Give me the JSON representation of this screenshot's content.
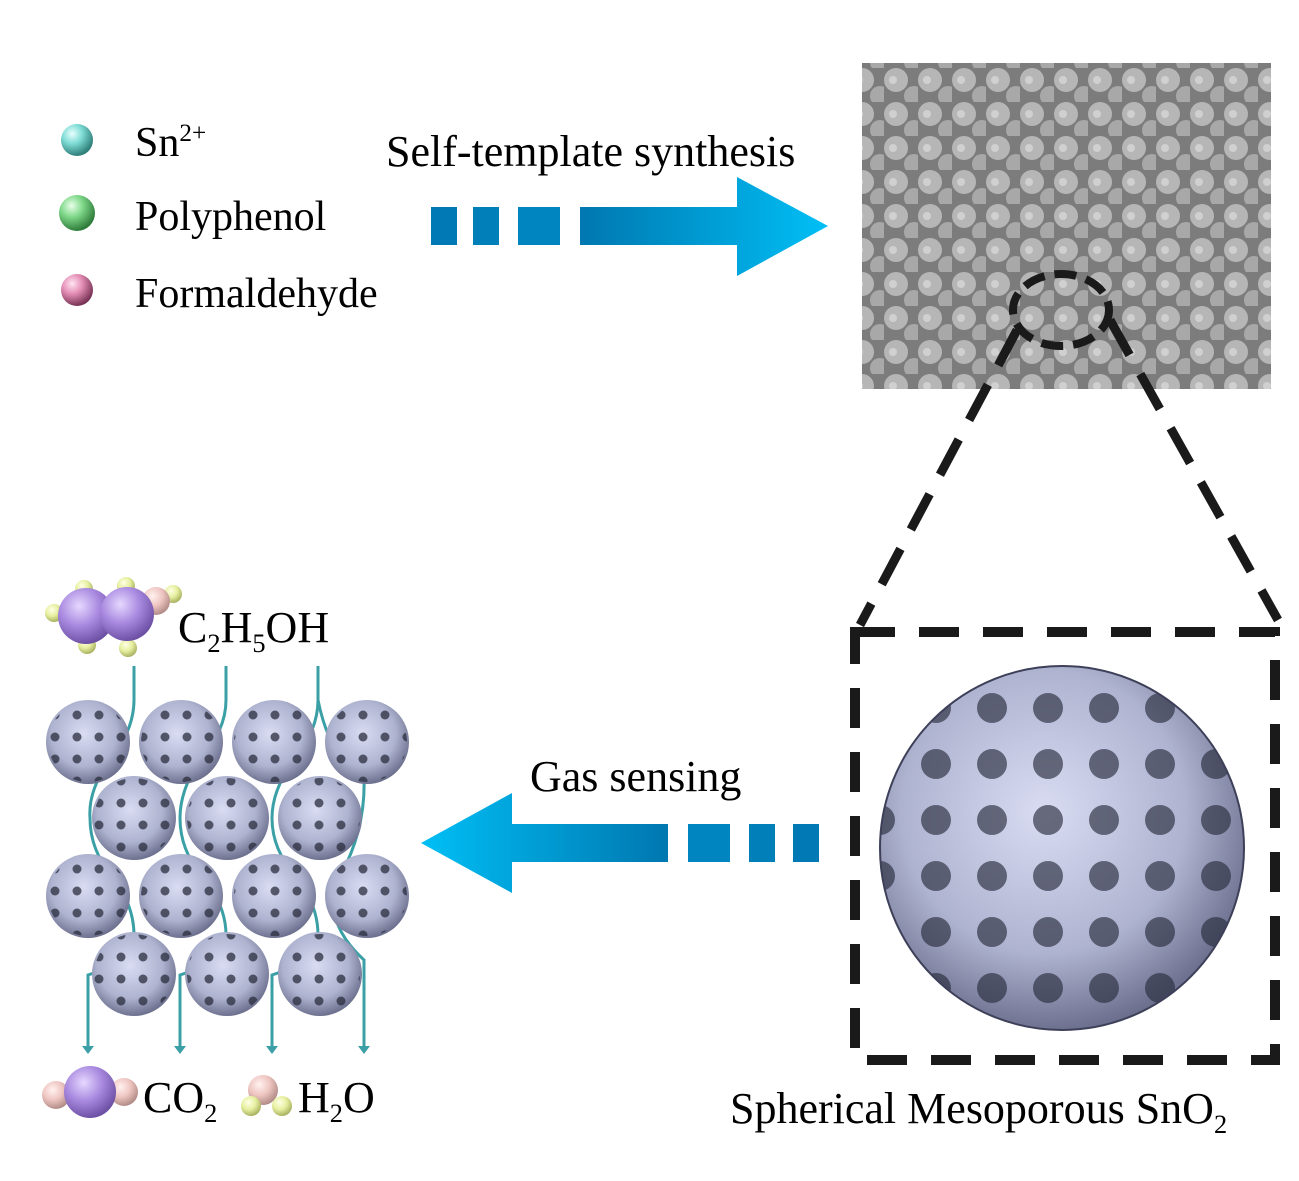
{
  "legend": {
    "items": [
      {
        "id": "sn",
        "label": "Sn",
        "superscript": "2+",
        "color": "#7fdcd6"
      },
      {
        "id": "polyphenol",
        "label": "Polyphenol",
        "superscript": "",
        "color": "#7fd88a"
      },
      {
        "id": "formaldehyde",
        "label": "Formaldehyde",
        "superscript": "",
        "color": "#e58fb6"
      }
    ]
  },
  "steps": {
    "synthesis_label": "Self-template synthesis",
    "sensing_label": "Gas sensing"
  },
  "sem_image": {
    "description": "SEM micrograph of spherical particles",
    "magnified_region": "dashed ellipse"
  },
  "product": {
    "label_main": "Spherical Mesoporous SnO",
    "label_sub": "2"
  },
  "sensor": {
    "input_gas": {
      "parts": [
        {
          "t": "C"
        },
        {
          "s": "2"
        },
        {
          "t": "H"
        },
        {
          "s": "5"
        },
        {
          "t": "OH"
        }
      ]
    },
    "outputs": [
      {
        "id": "co2",
        "main": "CO",
        "sub": "2"
      },
      {
        "id": "h2o",
        "main": "H",
        "sub": "2",
        "tail": "O"
      }
    ],
    "sphere_rows": [
      4,
      3,
      4,
      3
    ]
  },
  "colors": {
    "arrow_dark": "#0077b0",
    "arrow_light": "#00bff5",
    "flow_line": "#3aa0a6",
    "dash": "#1a1a1a",
    "sphere": "#b9bedc",
    "carbon": "#a98ae0",
    "hydrogen": "#e6f0a0",
    "oxygen": "#efc6c2"
  }
}
